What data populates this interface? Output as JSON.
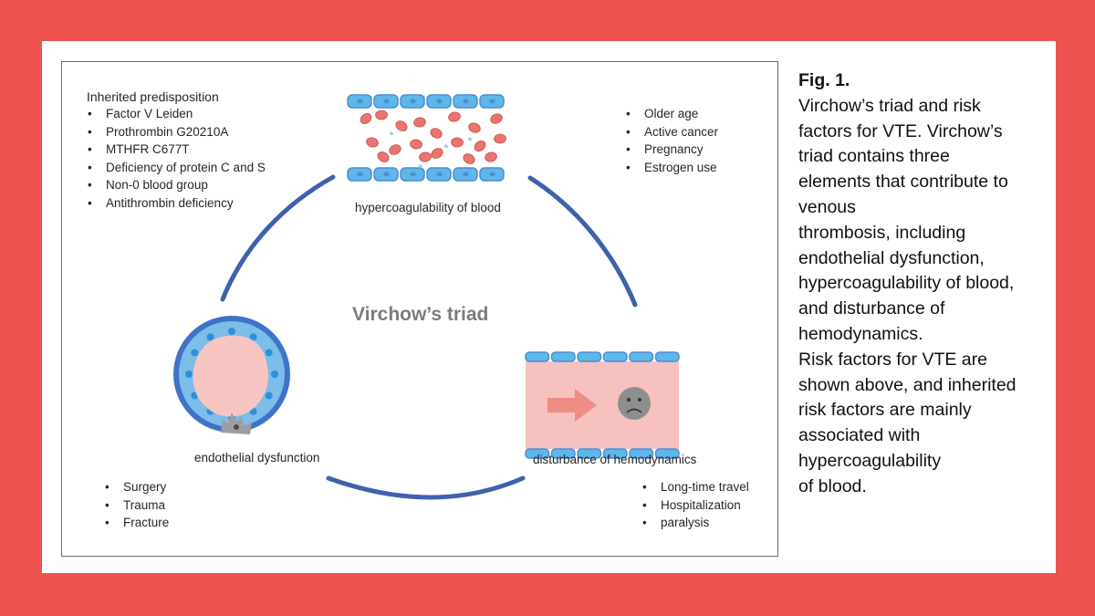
{
  "figure": {
    "center_title": "Virchow’s triad",
    "nodes": {
      "top": {
        "label": "hypercoagulability of blood"
      },
      "left": {
        "label": "endothelial dysfunction"
      },
      "right": {
        "label": "disturbance of hemodynamics"
      }
    },
    "inherited": {
      "title": "Inherited predisposition",
      "items": [
        "Factor V Leiden",
        "Prothrombin G20210A",
        "MTHFR C677T",
        "Deficiency of protein C and S",
        "Non-0 blood group",
        "Antithrombin deficiency"
      ]
    },
    "top_right_factors": [
      "Older age",
      "Active cancer",
      "Pregnancy",
      "Estrogen use"
    ],
    "bottom_left_factors": [
      "Surgery",
      "Trauma",
      "Fracture"
    ],
    "bottom_right_factors": [
      "Long-time travel",
      "Hospitalization",
      "paralysis"
    ],
    "colors": {
      "arc": "#3f62ad",
      "vessel_wall": "#4a8fd4",
      "vessel_cell": "#5fb6e8",
      "red_cell": "#e8766e",
      "lumen": "#f7c6c3",
      "arrow": "#ee8c86",
      "face": "#8e8e8e"
    }
  },
  "caption": {
    "heading": "Fig. 1.",
    "lines": [
      "Virchow’s triad and risk",
      "factors for VTE. Virchow’s",
      "triad contains three",
      "elements that contribute to",
      "venous",
      "thrombosis, including",
      "endothelial dysfunction,",
      "hypercoagulability of blood,",
      "and disturbance of",
      "hemodynamics.",
      "Risk factors for VTE are",
      "shown above, and inherited",
      "risk factors are mainly",
      "associated with",
      "hypercoagulability",
      "of blood."
    ]
  }
}
